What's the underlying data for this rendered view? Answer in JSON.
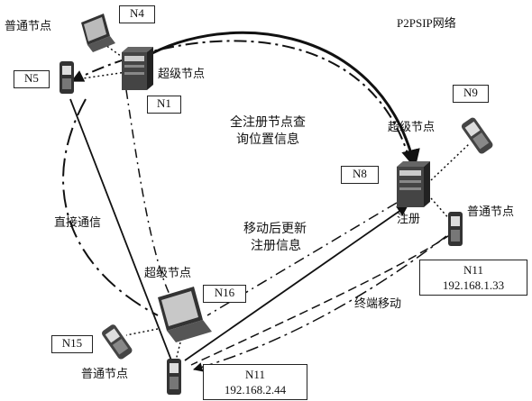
{
  "title": "P2PSIP网络",
  "nodes": {
    "n1": {
      "id": "N1",
      "role": "超级节点"
    },
    "n4": {
      "id": "N4",
      "role": "普通节点"
    },
    "n5": {
      "id": "N5"
    },
    "n8": {
      "id": "N8",
      "role": "超级节点",
      "action": "注册"
    },
    "n9": {
      "id": "N9"
    },
    "n11_old": {
      "id": "N11",
      "ip": "192.168.1.33",
      "role": "普通节点"
    },
    "n11_new": {
      "id": "N11",
      "ip": "192.168.2.44",
      "role": "普通节点"
    },
    "n15": {
      "id": "N15"
    },
    "n16": {
      "id": "N16",
      "role": "超级节点"
    }
  },
  "annotations": {
    "query_line1": "全注册节点查",
    "query_line2": "询位置信息",
    "direct_comm": "直接通信",
    "update_line1": "移动后更新",
    "update_line2": "注册信息",
    "terminal_move": "终端移动"
  }
}
